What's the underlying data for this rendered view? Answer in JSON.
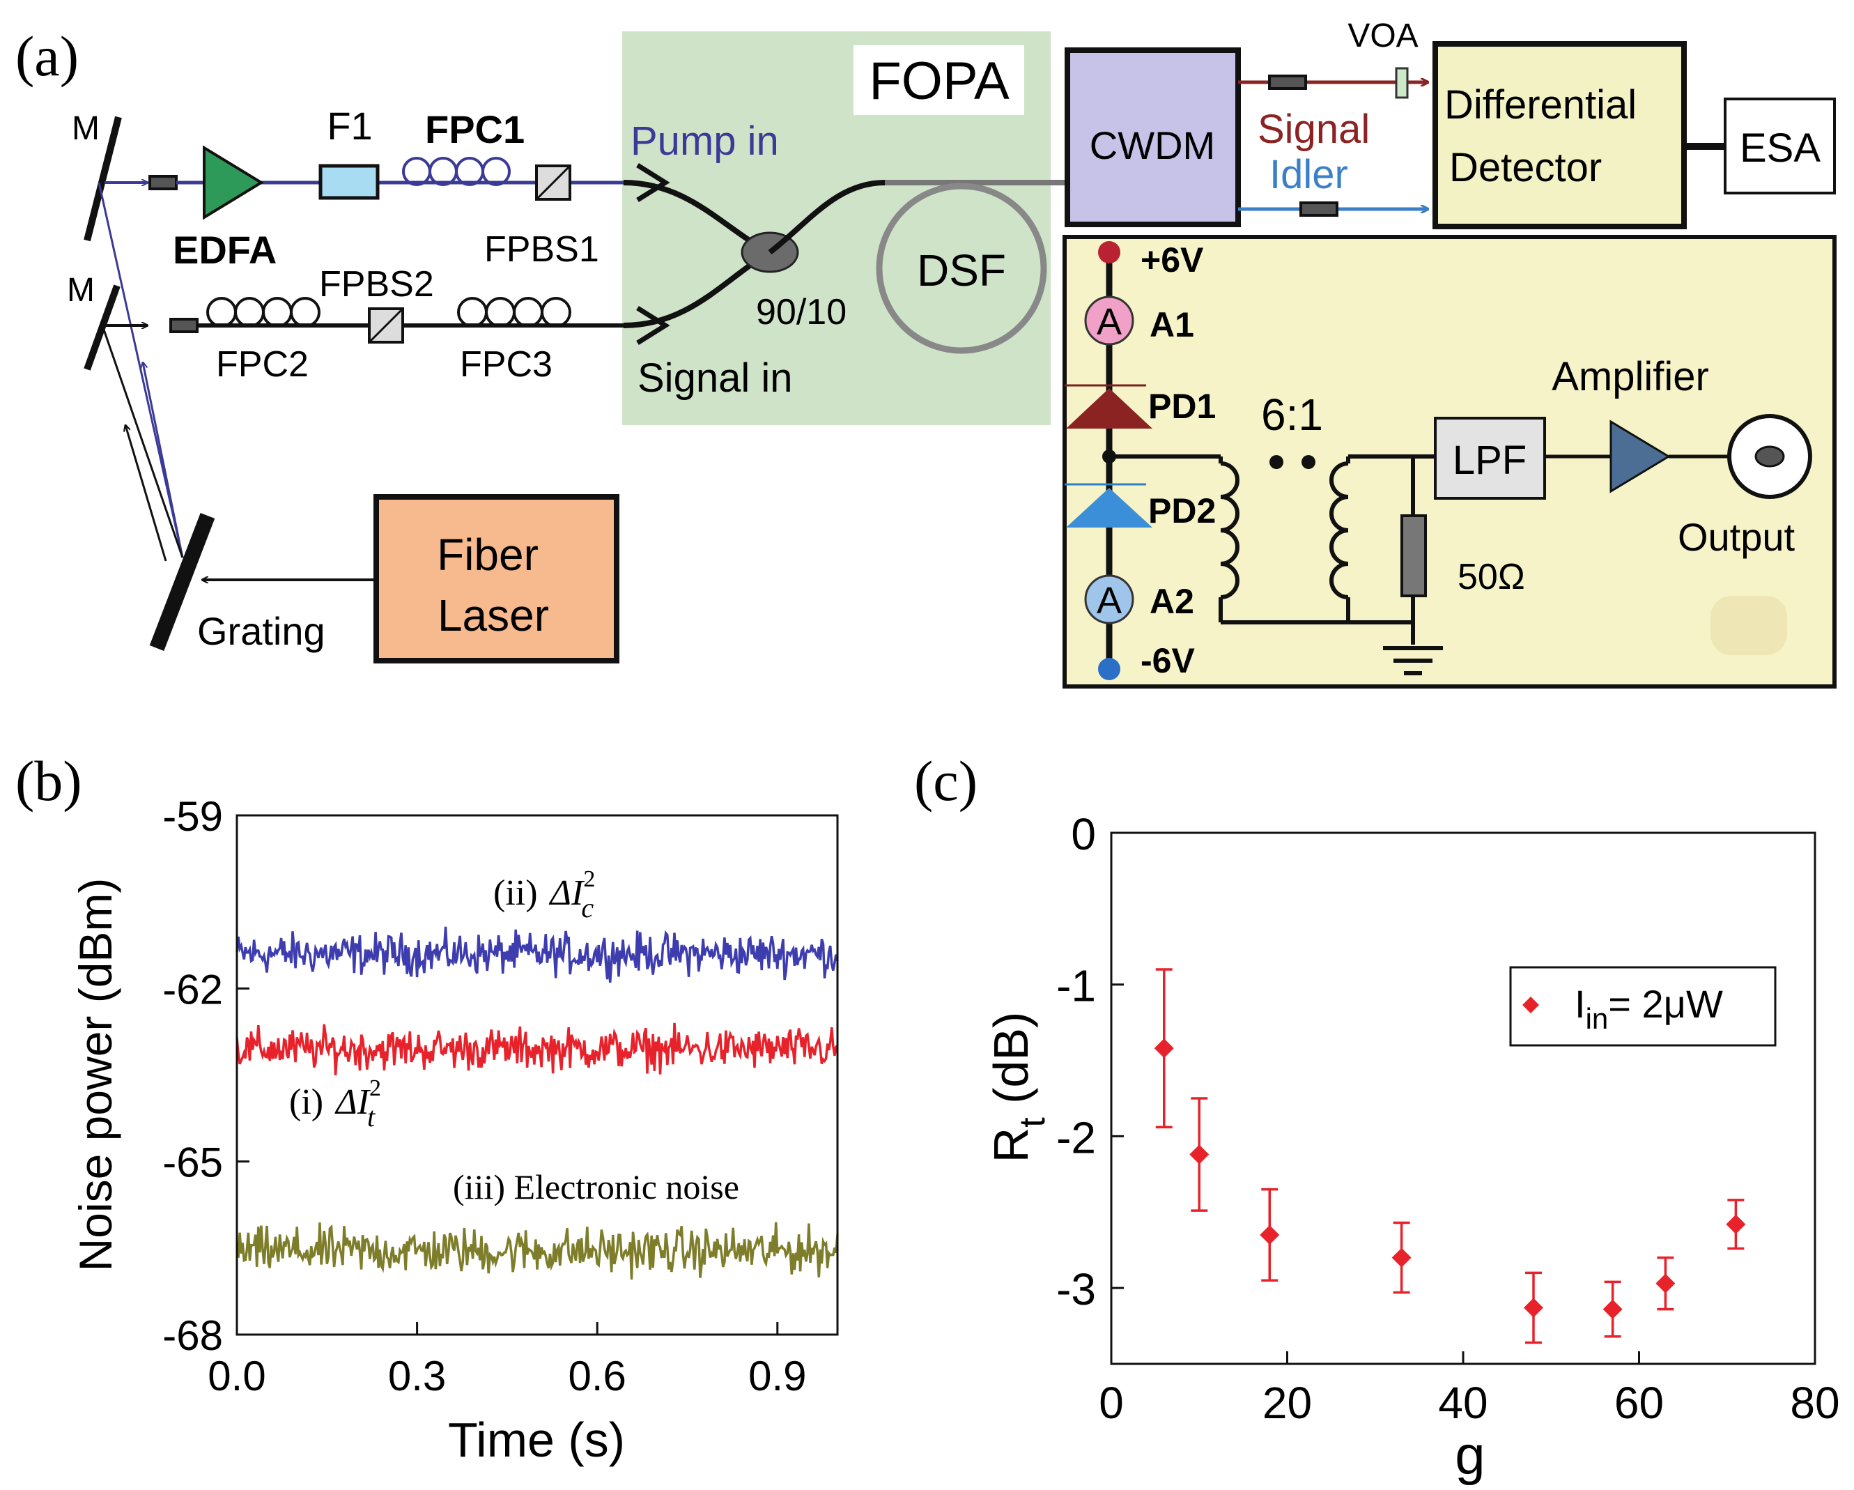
{
  "panel_a": {
    "label": "(a)",
    "mirror_label": "M",
    "edfa": "EDFA",
    "f1": "F1",
    "fpc1": "FPC1",
    "fpbs1": "FPBS1",
    "fpbs2": "FPBS2",
    "fpc2": "FPC2",
    "fpc3": "FPC3",
    "grating": "Grating",
    "fiber_laser_line1": "Fiber",
    "fiber_laser_line2": "Laser",
    "fopa": "FOPA",
    "pump_in": "Pump in",
    "signal_in": "Signal in",
    "coupler_ratio": "90/10",
    "dsf": "DSF",
    "cwdm": "CWDM",
    "voa": "VOA",
    "signal": "Signal",
    "idler": "Idler",
    "detector_line1": "Differential",
    "detector_line2": "Detector",
    "esa": "ESA",
    "plus_voltage": "+6V",
    "minus_voltage": "-6V",
    "ammeter_symbol": "A",
    "a1": "A1",
    "a2": "A2",
    "pd1": "PD1",
    "pd2": "PD2",
    "transformer_ratio": "6:1",
    "lpf": "LPF",
    "amplifier": "Amplifier",
    "output": "Output",
    "resistor": "50Ω",
    "colors": {
      "fopa_bg": "#cfe3c9",
      "cwdm_bg": "#c7c3e8",
      "detector_bg": "#f3f2c4",
      "circuit_bg": "#f6f3c8",
      "laser_bg": "#f7b98e",
      "edfa": "#2e9a5a",
      "pump_line": "#3b3a96",
      "signal_arrow": "#8b2323",
      "idler_arrow": "#3a7fc7"
    }
  },
  "panel_b": {
    "label": "(b)",
    "ylabel": "Noise power (dBm)",
    "xlabel": "Time (s)",
    "annot_ii_prefix": "(ii)",
    "annot_i_prefix": "(i)",
    "annot_delta": "ΔI",
    "annot_sup": "2",
    "annot_sub_c": "c",
    "annot_sub_t": "t",
    "annot_iii": "(iii) Electronic noise"
  },
  "panel_c": {
    "label": "(c)",
    "ylabel_main": "R",
    "ylabel_sub": "t",
    "ylabel_unit": " (dB)",
    "xlabel": "g",
    "legend_main": "I",
    "legend_sub": "in",
    "legend_value": "= 2μW"
  },
  "chart_data": [
    {
      "type": "line",
      "xlim": [
        0,
        1.0
      ],
      "ylim": [
        -68,
        -59
      ],
      "xticks": [
        "0.0",
        "0.3",
        "0.6",
        "0.9"
      ],
      "xtick_values": [
        0,
        0.3,
        0.6,
        0.9
      ],
      "yticks": [
        "-59",
        "-62",
        "-65",
        "-68"
      ],
      "ytick_values": [
        -59,
        -62,
        -65,
        -68
      ],
      "grid": false,
      "series": [
        {
          "name": "(ii) ΔIc²",
          "color": "#3d3db0",
          "mean": -61.4,
          "noise_amplitude": 0.25
        },
        {
          "name": "(i) ΔIt²",
          "color": "#e8222b",
          "mean": -63.05,
          "noise_amplitude": 0.25
        },
        {
          "name": "(iii) Electronic noise",
          "color": "#7d7d2a",
          "mean": -66.55,
          "noise_amplitude": 0.28
        }
      ]
    },
    {
      "type": "scatter",
      "xlim": [
        0,
        80
      ],
      "ylim": [
        -3.5,
        0
      ],
      "xticks": [
        "0",
        "20",
        "40",
        "60",
        "80"
      ],
      "xtick_values": [
        0,
        20,
        40,
        60,
        80
      ],
      "yticks": [
        "0",
        "-1",
        "-2",
        "-3"
      ],
      "ytick_values": [
        0,
        -1,
        -2,
        -3
      ],
      "grid": false,
      "legend_position": "top-right",
      "series": [
        {
          "name": "Iin= 2μW",
          "color": "#e8222b",
          "x": [
            6,
            10,
            18,
            33,
            48,
            57,
            63,
            71
          ],
          "y": [
            -1.42,
            -2.12,
            -2.65,
            -2.8,
            -3.13,
            -3.14,
            -2.97,
            -2.58
          ],
          "error": [
            0.52,
            0.37,
            0.3,
            0.23,
            0.23,
            0.18,
            0.17,
            0.16
          ]
        }
      ]
    }
  ]
}
